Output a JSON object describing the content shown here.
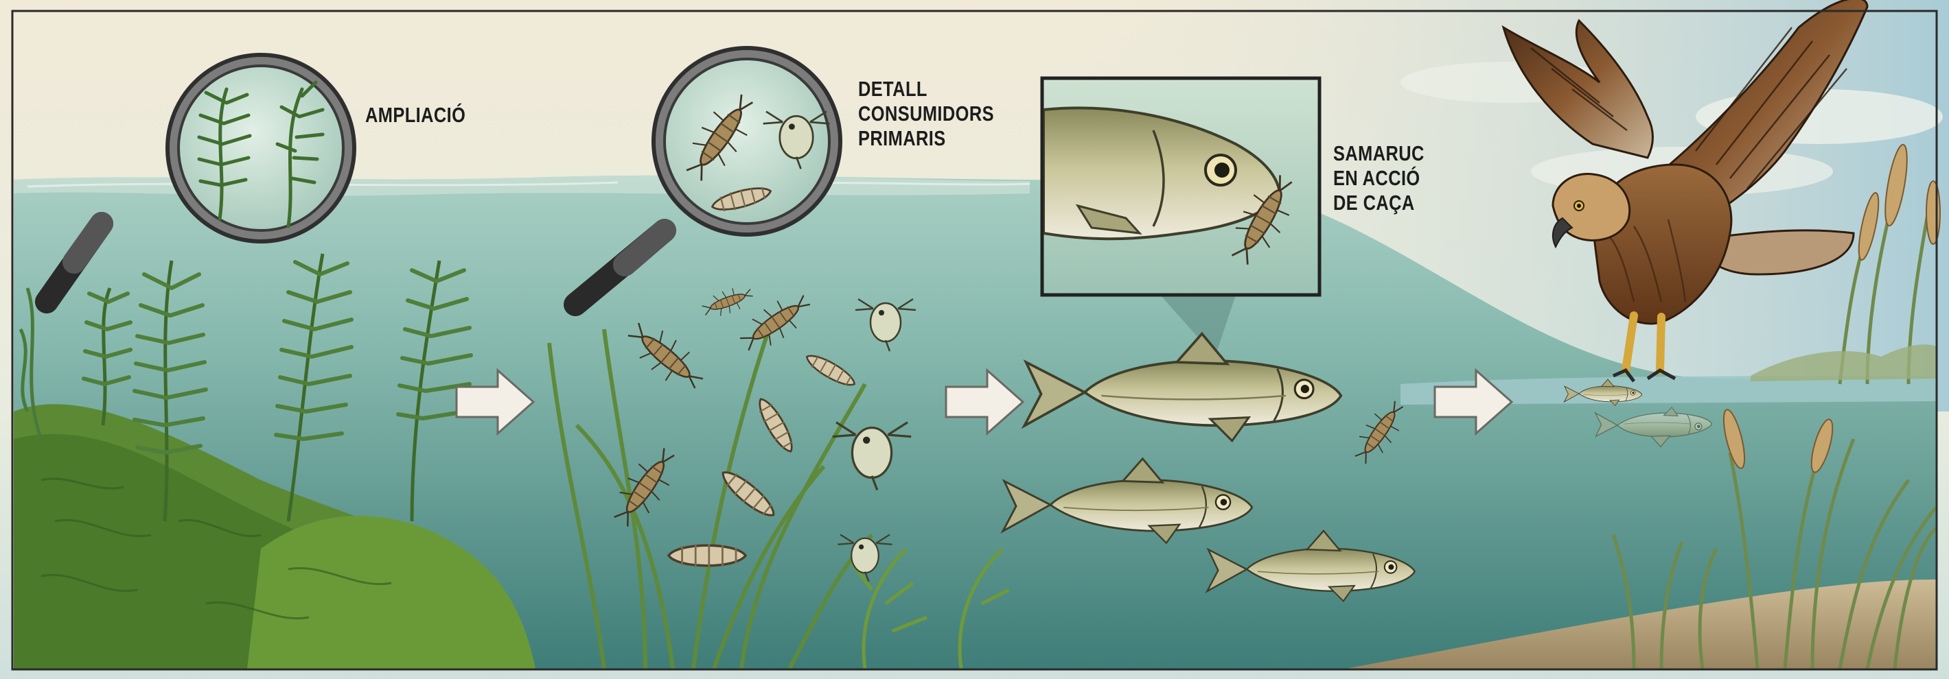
{
  "labels": {
    "magnifier_1": [
      "AMPLIACIÓ"
    ],
    "magnifier_2": [
      "DETALL",
      "CONSUMIDORS",
      "PRIMARIS"
    ],
    "inset_fish": [
      "SAMARUC",
      "EN ACCIÓ",
      "DE CAÇA"
    ]
  },
  "stages": [
    {
      "name": "aquatic-plants",
      "icon": "aquatic-plant-icon"
    },
    {
      "name": "primary-consumers",
      "icon": "aquatic-larva-icon"
    },
    {
      "name": "samaruc-fish",
      "icon": "fish-icon"
    },
    {
      "name": "marsh-harrier",
      "icon": "bird-of-prey-icon"
    }
  ],
  "colors": {
    "paper": "#efe6d2",
    "water": "#8fbfb4",
    "deep_water": "#4f8d86",
    "plant": "#4f7f3a",
    "moss": "#6f9a3a",
    "fish": "#b9b58a",
    "bird": "#7a4a26",
    "arrow": "#f3efe6",
    "frame": "#2a2a2a"
  }
}
